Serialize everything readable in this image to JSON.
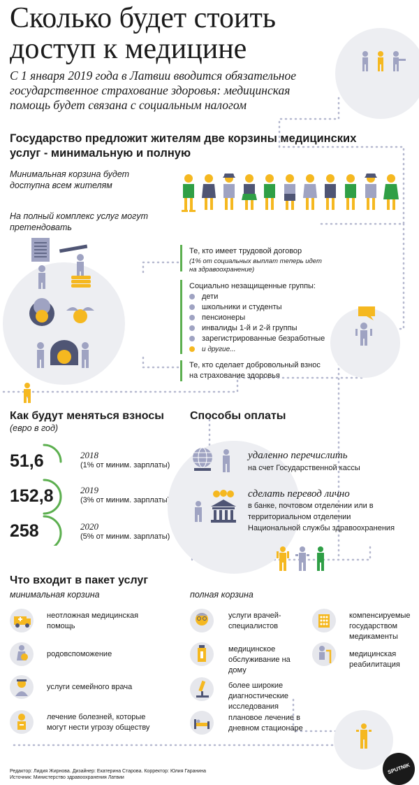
{
  "header": {
    "title": "Сколько будет стоить доступ к медицине",
    "lead": "С 1 января 2019 года в Латвии вводится обязательное государственное страхование здоровья: медицинская помощь будет связана с социальным налогом"
  },
  "baskets": {
    "heading": "Государство предложит жителям две корзины медицинских услуг - минимальную и полную",
    "minimal_note": "Минимальная корзина будет доступна всем жителям",
    "full_note": "На полный комплекс услуг могут претендовать"
  },
  "eligibility": {
    "contract": {
      "title": "Те, кто имеет трудовой договор",
      "note": "(1% от социальных выплат теперь идет на здравоохранение)"
    },
    "social": {
      "title": "Социально незащищенные группы:",
      "items": [
        "дети",
        "школьники и студенты",
        "пенсионеры",
        "инвалиды 1-й и 2-й группы",
        "зарегистрированные безработные"
      ],
      "others": "и другие..."
    },
    "voluntary": {
      "title": "Те, кто сделает добровольный взнос на страхование здоровья"
    }
  },
  "contributions": {
    "heading": "Как будут меняться взносы",
    "unit": "(евро в год)",
    "rows": [
      {
        "amount": "51,6",
        "year": "2018",
        "note": "(1% от миним. зарплаты)",
        "share": 0.25
      },
      {
        "amount": "152,8",
        "year": "2019",
        "note": "(3% от миним. зарплаты)",
        "share": 0.5
      },
      {
        "amount": "258",
        "year": "2020",
        "note": "(5% от миним. зарплаты)",
        "share": 0.75
      }
    ]
  },
  "payment": {
    "heading": "Способы оплаты",
    "remote": {
      "title": "удаленно перечислить",
      "desc": "на счет Государственной кассы"
    },
    "personal": {
      "title": "сделать перевод лично",
      "desc": "в банке, почтовом отделении или в территориальном отделении Национальной службы здравоохранения"
    }
  },
  "services": {
    "heading": "Что входит в пакет услуг",
    "minimal": {
      "label": "минимальная корзина",
      "items": [
        {
          "text": "неотложная медицинская помощь",
          "icon": "ambulance-icon"
        },
        {
          "text": "родовспоможение",
          "icon": "pregnant-icon"
        },
        {
          "text": "услуги семейного врача",
          "icon": "doctor-icon"
        },
        {
          "text": "лечение болезней, которые могут нести угрозу обществу",
          "icon": "patient-icon"
        }
      ]
    },
    "full": {
      "label": "полная корзина",
      "items": [
        {
          "text": "услуги врачей-специалистов",
          "icon": "specialist-icon"
        },
        {
          "text": "медицинское обслуживание на дому",
          "icon": "home-care-icon"
        },
        {
          "text": "более широкие диагностические исследования",
          "icon": "microscope-icon"
        },
        {
          "text": "плановое лечение в дневном стационаре",
          "icon": "bed-icon"
        }
      ],
      "extra": [
        {
          "text": "компенсируемые государством медикаменты",
          "icon": "pills-icon"
        },
        {
          "text": "медицинская реабилитация",
          "icon": "rehab-icon"
        }
      ]
    }
  },
  "credits": {
    "line1": "Редактор: Лидия Жирнова. Дизайнер: Екатерина Старова. Корректор: Юлия Гаранина",
    "line2": "Источник: Министерство здравоохранения Латвии",
    "brand": "SPUTNIK"
  },
  "colors": {
    "yellow": "#f5b820",
    "green": "#2f9f46",
    "lavender": "#9fa3c2",
    "navy": "#4f5574",
    "grey_circle": "#edeef2",
    "accent_bar": "#5caf4f"
  }
}
